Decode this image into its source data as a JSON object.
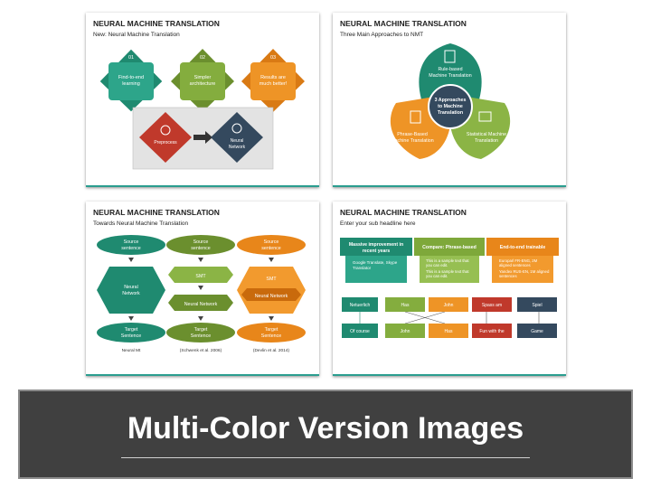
{
  "colors": {
    "teal": "#1f8a70",
    "green": "#7ea83a",
    "orange": "#e8861a",
    "red": "#c0392b",
    "navy": "#34495e",
    "banner": "#404040"
  },
  "slide1": {
    "title": "NEURAL MACHINE TRANSLATION",
    "subtitle": "New: Neural Machine Translation",
    "d1_num": "01",
    "d1_l1": "Find-to-end",
    "d1_l2": "learning",
    "d2_num": "02",
    "d2_l1": "Simpler",
    "d2_l2": "architecture",
    "d3_num": "03",
    "d3_l1": "Results are",
    "d3_l2": "much better!",
    "preprocess": "Preprocess",
    "nn_l1": "Neural",
    "nn_l2": "Network"
  },
  "slide2": {
    "title": "NEURAL MACHINE TRANSLATION",
    "subtitle": "Three Main Approaches to NMT",
    "top_l1": "Rule-based",
    "top_l2": "Machine Translation",
    "left_l1": "Phrase-Based",
    "left_l2": "Machine Translation",
    "right_l1": "Statistical Machine",
    "right_l2": "Translation",
    "center_l1": "3 Approaches",
    "center_l2": "to Machine",
    "center_l3": "Translation"
  },
  "slide3": {
    "title": "NEURAL MACHINE TRANSLATION",
    "subtitle": "Towards Neural Machine Translation",
    "source_l1": "Source",
    "source_l2": "sentence",
    "smt": "SMT",
    "nn_l1": "Neural",
    "nn_l2": "Network",
    "neural_network": "Neural Network",
    "target_l1": "Target",
    "target_l2": "Sentence",
    "cap1": "Neural Mt",
    "cap2": "(Schwenk et al. 2006)",
    "cap3": "(Devlin et al. 2014)"
  },
  "slide4": {
    "title": "NEURAL MACHINE TRANSLATION",
    "subtitle": "Enter your sub headline here",
    "h1_l1": "Massive improvement in",
    "h1_l2": "recent years",
    "h1_b1": "Google Translate, Skype",
    "h1_b2": "Translator",
    "h2": "Compare: Phrase-based",
    "h2_b1": "This is a sample text that",
    "h2_b2": "you can edit.",
    "h2_b3": "This is a sample text that",
    "h2_b4": "you can edit.",
    "h3": "End-to-end trainable",
    "h3_b1": "Europarl FR-ENG, 2M",
    "h3_b2": "aligned sentences",
    "h3_b3": "Yandex RUS-EN, 1M aligned",
    "h3_b4": "sentences",
    "w_top": [
      "Netuerlich",
      "Has",
      "John",
      "Spass am",
      "Spiel"
    ],
    "w_bot": [
      "Of course",
      "John",
      "Has",
      "Fun with the",
      "Game"
    ]
  },
  "banner": {
    "title": "Multi-Color Version Images"
  }
}
